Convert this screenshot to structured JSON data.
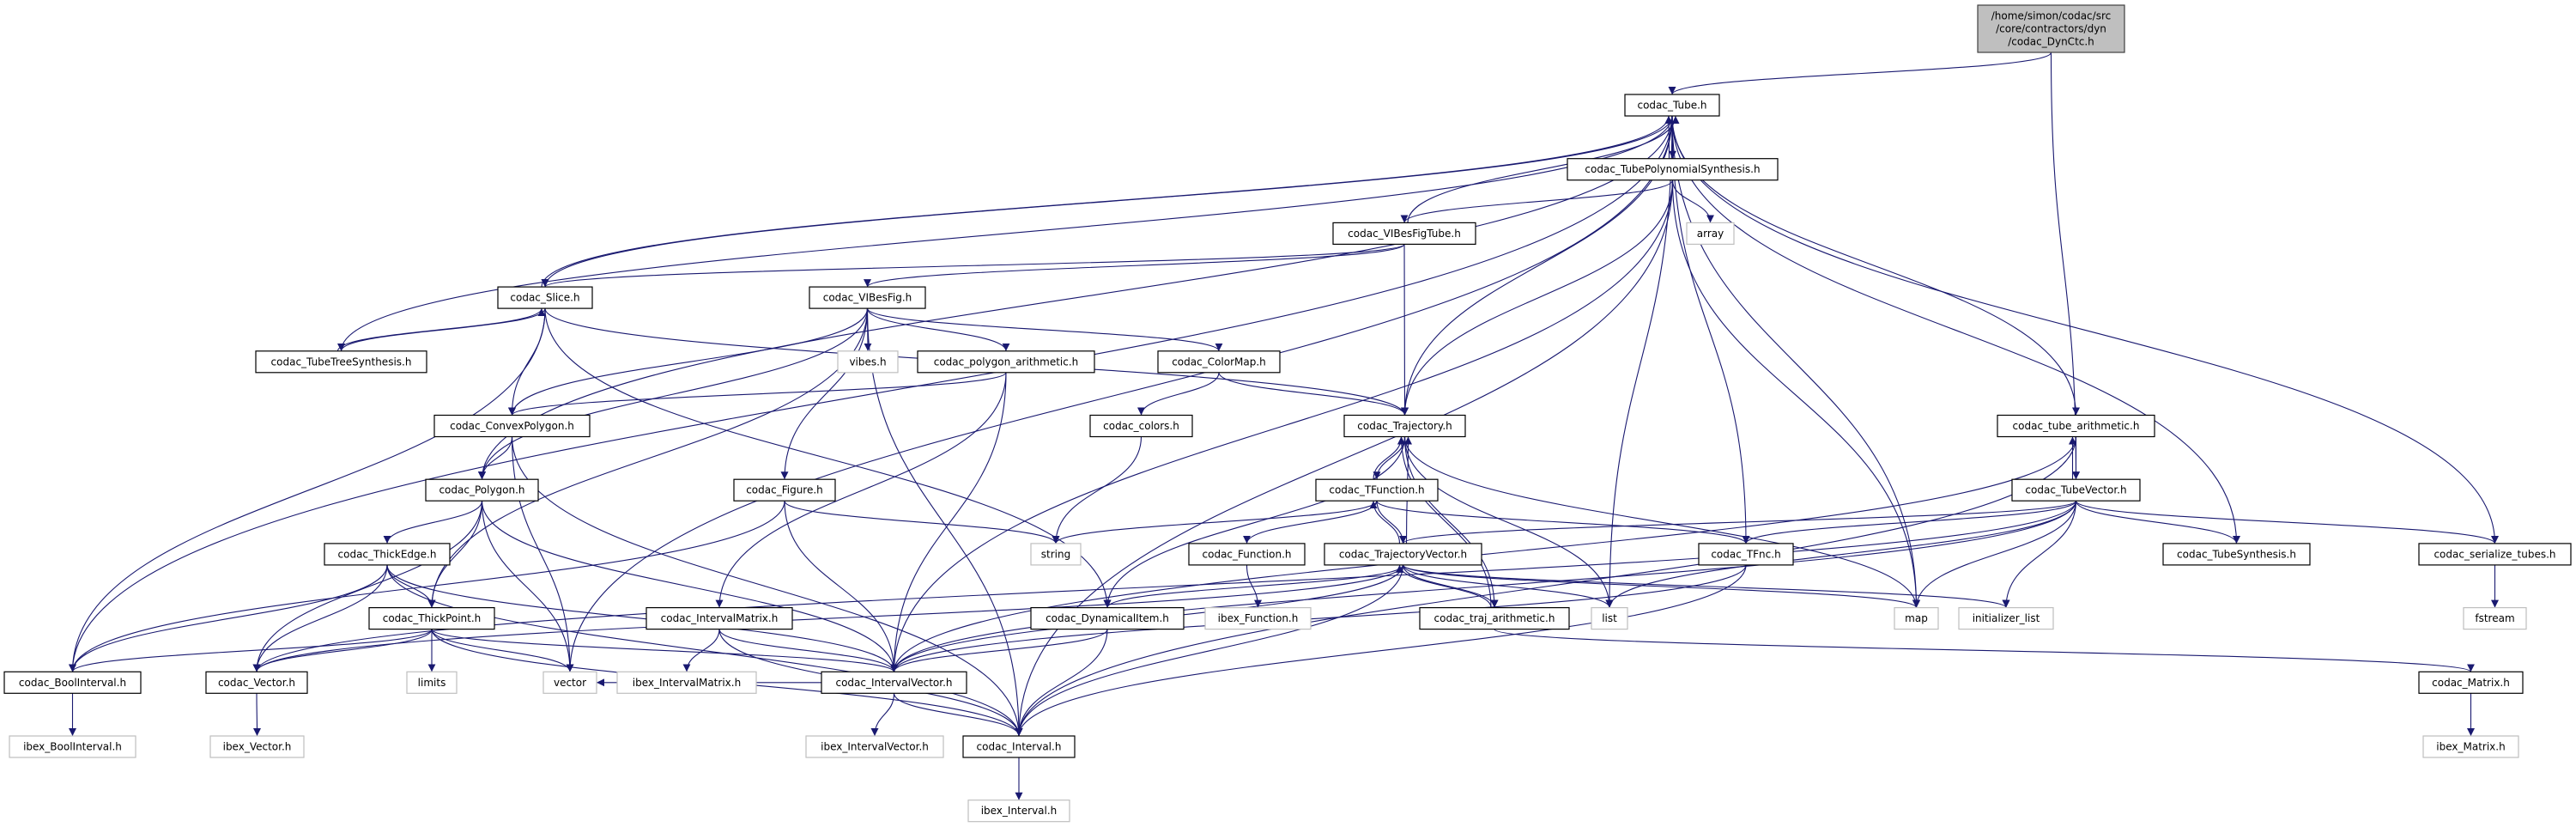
{
  "graph": {
    "edge_color": "#191970",
    "root_fill": "#bfbfbf",
    "external_border": "#bfbfbf",
    "nodes": [
      {
        "id": "dynctc",
        "label": [
          "/home/simon/codac/src",
          "/core/contractors/dyn",
          "/codac_DynCtc.h"
        ],
        "kind": "root"
      },
      {
        "id": "tube",
        "label": [
          "codac_Tube.h"
        ],
        "kind": "internal"
      },
      {
        "id": "tubepoly",
        "label": [
          "codac_TubePolynomialSynthesis.h"
        ],
        "kind": "internal"
      },
      {
        "id": "vibesfigtube",
        "label": [
          "codac_VIBesFigTube.h"
        ],
        "kind": "internal"
      },
      {
        "id": "array",
        "label": [
          "array"
        ],
        "kind": "external"
      },
      {
        "id": "slice",
        "label": [
          "codac_Slice.h"
        ],
        "kind": "internal"
      },
      {
        "id": "vibesfig",
        "label": [
          "codac_VIBesFig.h"
        ],
        "kind": "internal"
      },
      {
        "id": "tubetree",
        "label": [
          "codac_TubeTreeSynthesis.h"
        ],
        "kind": "internal"
      },
      {
        "id": "vibes",
        "label": [
          "vibes.h"
        ],
        "kind": "external"
      },
      {
        "id": "polyarith",
        "label": [
          "codac_polygon_arithmetic.h"
        ],
        "kind": "internal"
      },
      {
        "id": "colormap",
        "label": [
          "codac_ColorMap.h"
        ],
        "kind": "internal"
      },
      {
        "id": "convexpoly",
        "label": [
          "codac_ConvexPolygon.h"
        ],
        "kind": "internal"
      },
      {
        "id": "colors",
        "label": [
          "codac_colors.h"
        ],
        "kind": "internal"
      },
      {
        "id": "trajectory",
        "label": [
          "codac_Trajectory.h"
        ],
        "kind": "internal"
      },
      {
        "id": "tubearith",
        "label": [
          "codac_tube_arithmetic.h"
        ],
        "kind": "internal"
      },
      {
        "id": "polygon",
        "label": [
          "codac_Polygon.h"
        ],
        "kind": "internal"
      },
      {
        "id": "figure",
        "label": [
          "codac_Figure.h"
        ],
        "kind": "internal"
      },
      {
        "id": "tfunction",
        "label": [
          "codac_TFunction.h"
        ],
        "kind": "internal"
      },
      {
        "id": "tubevector",
        "label": [
          "codac_TubeVector.h"
        ],
        "kind": "internal"
      },
      {
        "id": "thickedge",
        "label": [
          "codac_ThickEdge.h"
        ],
        "kind": "internal"
      },
      {
        "id": "string",
        "label": [
          "string"
        ],
        "kind": "external"
      },
      {
        "id": "function",
        "label": [
          "codac_Function.h"
        ],
        "kind": "internal"
      },
      {
        "id": "trajvector",
        "label": [
          "codac_TrajectoryVector.h"
        ],
        "kind": "internal"
      },
      {
        "id": "tfnc",
        "label": [
          "codac_TFnc.h"
        ],
        "kind": "internal"
      },
      {
        "id": "tubesynth",
        "label": [
          "codac_TubeSynthesis.h"
        ],
        "kind": "internal"
      },
      {
        "id": "serialize",
        "label": [
          "codac_serialize_tubes.h"
        ],
        "kind": "internal"
      },
      {
        "id": "thickpoint",
        "label": [
          "codac_ThickPoint.h"
        ],
        "kind": "internal"
      },
      {
        "id": "intervalmatrix",
        "label": [
          "codac_IntervalMatrix.h"
        ],
        "kind": "internal"
      },
      {
        "id": "dynitem",
        "label": [
          "codac_DynamicalItem.h"
        ],
        "kind": "internal"
      },
      {
        "id": "ibexfunction",
        "label": [
          "ibex_Function.h"
        ],
        "kind": "external"
      },
      {
        "id": "trajarith",
        "label": [
          "codac_traj_arithmetic.h"
        ],
        "kind": "internal"
      },
      {
        "id": "list",
        "label": [
          "list"
        ],
        "kind": "external"
      },
      {
        "id": "map",
        "label": [
          "map"
        ],
        "kind": "external"
      },
      {
        "id": "initlist",
        "label": [
          "initializer_list"
        ],
        "kind": "external"
      },
      {
        "id": "fstream",
        "label": [
          "fstream"
        ],
        "kind": "external"
      },
      {
        "id": "boolinterval",
        "label": [
          "codac_BoolInterval.h"
        ],
        "kind": "internal"
      },
      {
        "id": "vectorh",
        "label": [
          "codac_Vector.h"
        ],
        "kind": "internal"
      },
      {
        "id": "limits",
        "label": [
          "limits"
        ],
        "kind": "external"
      },
      {
        "id": "vector",
        "label": [
          "vector"
        ],
        "kind": "external"
      },
      {
        "id": "ibexintervalmatrix",
        "label": [
          "ibex_IntervalMatrix.h"
        ],
        "kind": "external"
      },
      {
        "id": "intervalvector",
        "label": [
          "codac_IntervalVector.h"
        ],
        "kind": "internal"
      },
      {
        "id": "matrix",
        "label": [
          "codac_Matrix.h"
        ],
        "kind": "internal"
      },
      {
        "id": "ibexbool",
        "label": [
          "ibex_BoolInterval.h"
        ],
        "kind": "external"
      },
      {
        "id": "ibexvector",
        "label": [
          "ibex_Vector.h"
        ],
        "kind": "external"
      },
      {
        "id": "ibexintervalvector",
        "label": [
          "ibex_IntervalVector.h"
        ],
        "kind": "external"
      },
      {
        "id": "interval",
        "label": [
          "codac_Interval.h"
        ],
        "kind": "internal"
      },
      {
        "id": "ibexmatrix",
        "label": [
          "ibex_Matrix.h"
        ],
        "kind": "external"
      },
      {
        "id": "ibexinterval",
        "label": [
          "ibex_Interval.h"
        ],
        "kind": "external"
      }
    ],
    "edges": [
      [
        "dynctc",
        "tube"
      ],
      [
        "dynctc",
        "tubevector"
      ],
      [
        "tube",
        "tubepoly"
      ],
      [
        "tube",
        "slice"
      ],
      [
        "tube",
        "tubetree"
      ],
      [
        "tube",
        "boolinterval"
      ],
      [
        "tube",
        "polygon"
      ],
      [
        "tube",
        "vector"
      ],
      [
        "tube",
        "trajectory"
      ],
      [
        "tube",
        "map"
      ],
      [
        "tube",
        "list"
      ],
      [
        "tube",
        "tfnc"
      ],
      [
        "tube",
        "tubearith"
      ],
      [
        "tube",
        "tubesynth"
      ],
      [
        "tube",
        "serialize"
      ],
      [
        "tubepoly",
        "tube"
      ],
      [
        "tubepoly",
        "vibesfigtube"
      ],
      [
        "tubepoly",
        "array"
      ],
      [
        "tubepoly",
        "trajectory"
      ],
      [
        "tubepoly",
        "map"
      ],
      [
        "tubepoly",
        "intervalvector"
      ],
      [
        "tubepoly",
        "interval"
      ],
      [
        "vibesfigtube",
        "tube"
      ],
      [
        "vibesfigtube",
        "slice"
      ],
      [
        "vibesfigtube",
        "vibesfig"
      ],
      [
        "vibesfigtube",
        "trajectory"
      ],
      [
        "slice",
        "tube"
      ],
      [
        "slice",
        "tubetree"
      ],
      [
        "slice",
        "convexpoly"
      ],
      [
        "slice",
        "boolinterval"
      ],
      [
        "slice",
        "trajectory"
      ],
      [
        "slice",
        "dynitem"
      ],
      [
        "tubetree",
        "slice"
      ],
      [
        "vibesfig",
        "vibes"
      ],
      [
        "vibesfig",
        "polyarith"
      ],
      [
        "vibesfig",
        "colormap"
      ],
      [
        "vibesfig",
        "convexpoly"
      ],
      [
        "vibesfig",
        "polygon"
      ],
      [
        "vibesfig",
        "thickpoint"
      ],
      [
        "vibesfig",
        "figure"
      ],
      [
        "vibesfig",
        "interval"
      ],
      [
        "polyarith",
        "convexpoly"
      ],
      [
        "polyarith",
        "intervalmatrix"
      ],
      [
        "polyarith",
        "intervalvector"
      ],
      [
        "colormap",
        "colors"
      ],
      [
        "colormap",
        "trajectory"
      ],
      [
        "colors",
        "string"
      ],
      [
        "convexpoly",
        "polygon"
      ],
      [
        "convexpoly",
        "vector"
      ],
      [
        "convexpoly",
        "interval"
      ],
      [
        "polygon",
        "thickedge"
      ],
      [
        "polygon",
        "thickpoint"
      ],
      [
        "polygon",
        "vector"
      ],
      [
        "polygon",
        "vectorh"
      ],
      [
        "polygon",
        "intervalvector"
      ],
      [
        "figure",
        "string"
      ],
      [
        "figure",
        "intervalvector"
      ],
      [
        "figure",
        "boolinterval"
      ],
      [
        "trajectory",
        "tfunction"
      ],
      [
        "trajectory",
        "dynitem"
      ],
      [
        "trajectory",
        "map"
      ],
      [
        "trajectory",
        "trajarith"
      ],
      [
        "trajectory",
        "list"
      ],
      [
        "tfunction",
        "trajectory"
      ],
      [
        "tfunction",
        "string"
      ],
      [
        "tfunction",
        "function"
      ],
      [
        "tfunction",
        "trajvector"
      ],
      [
        "tfunction",
        "tfnc"
      ],
      [
        "tubearith",
        "tubevector"
      ],
      [
        "tubearith",
        "interval"
      ],
      [
        "tubearith",
        "intervalvector"
      ],
      [
        "tubevector",
        "tubearith"
      ],
      [
        "tubevector",
        "trajvector"
      ],
      [
        "tubevector",
        "tfnc"
      ],
      [
        "tubevector",
        "map"
      ],
      [
        "tubevector",
        "initlist"
      ],
      [
        "tubevector",
        "list"
      ],
      [
        "tubevector",
        "tubesynth"
      ],
      [
        "tubevector",
        "serialize"
      ],
      [
        "tubevector",
        "intervalvector"
      ],
      [
        "tubevector",
        "vectorh"
      ],
      [
        "thickedge",
        "thickpoint"
      ],
      [
        "thickedge",
        "boolinterval"
      ],
      [
        "thickedge",
        "vectorh"
      ],
      [
        "thickedge",
        "intervalvector"
      ],
      [
        "thickedge",
        "interval"
      ],
      [
        "function",
        "ibexfunction"
      ],
      [
        "trajvector",
        "tfunction"
      ],
      [
        "trajvector",
        "trajectory"
      ],
      [
        "trajvector",
        "dynitem"
      ],
      [
        "trajvector",
        "trajarith"
      ],
      [
        "trajvector",
        "list"
      ],
      [
        "trajvector",
        "map"
      ],
      [
        "trajvector",
        "initlist"
      ],
      [
        "trajvector",
        "interval"
      ],
      [
        "trajvector",
        "vectorh"
      ],
      [
        "trajvector",
        "intervalvector"
      ],
      [
        "tfnc",
        "intervalvector"
      ],
      [
        "tfnc",
        "interval"
      ],
      [
        "thickpoint",
        "boolinterval"
      ],
      [
        "thickpoint",
        "vectorh"
      ],
      [
        "thickpoint",
        "limits"
      ],
      [
        "thickpoint",
        "vector"
      ],
      [
        "thickpoint",
        "intervalvector"
      ],
      [
        "thickpoint",
        "interval"
      ],
      [
        "intervalmatrix",
        "ibexintervalmatrix"
      ],
      [
        "intervalmatrix",
        "intervalvector"
      ],
      [
        "intervalmatrix",
        "interval"
      ],
      [
        "dynitem",
        "intervalvector"
      ],
      [
        "dynitem",
        "interval"
      ],
      [
        "trajarith",
        "trajectory"
      ],
      [
        "trajarith",
        "trajvector"
      ],
      [
        "trajarith",
        "matrix"
      ],
      [
        "serialize",
        "fstream"
      ],
      [
        "boolinterval",
        "ibexbool"
      ],
      [
        "vectorh",
        "ibexvector"
      ],
      [
        "intervalvector",
        "ibexintervalvector"
      ],
      [
        "intervalvector",
        "interval"
      ],
      [
        "intervalvector",
        "vector"
      ],
      [
        "matrix",
        "ibexmatrix"
      ],
      [
        "interval",
        "ibexinterval"
      ]
    ]
  }
}
